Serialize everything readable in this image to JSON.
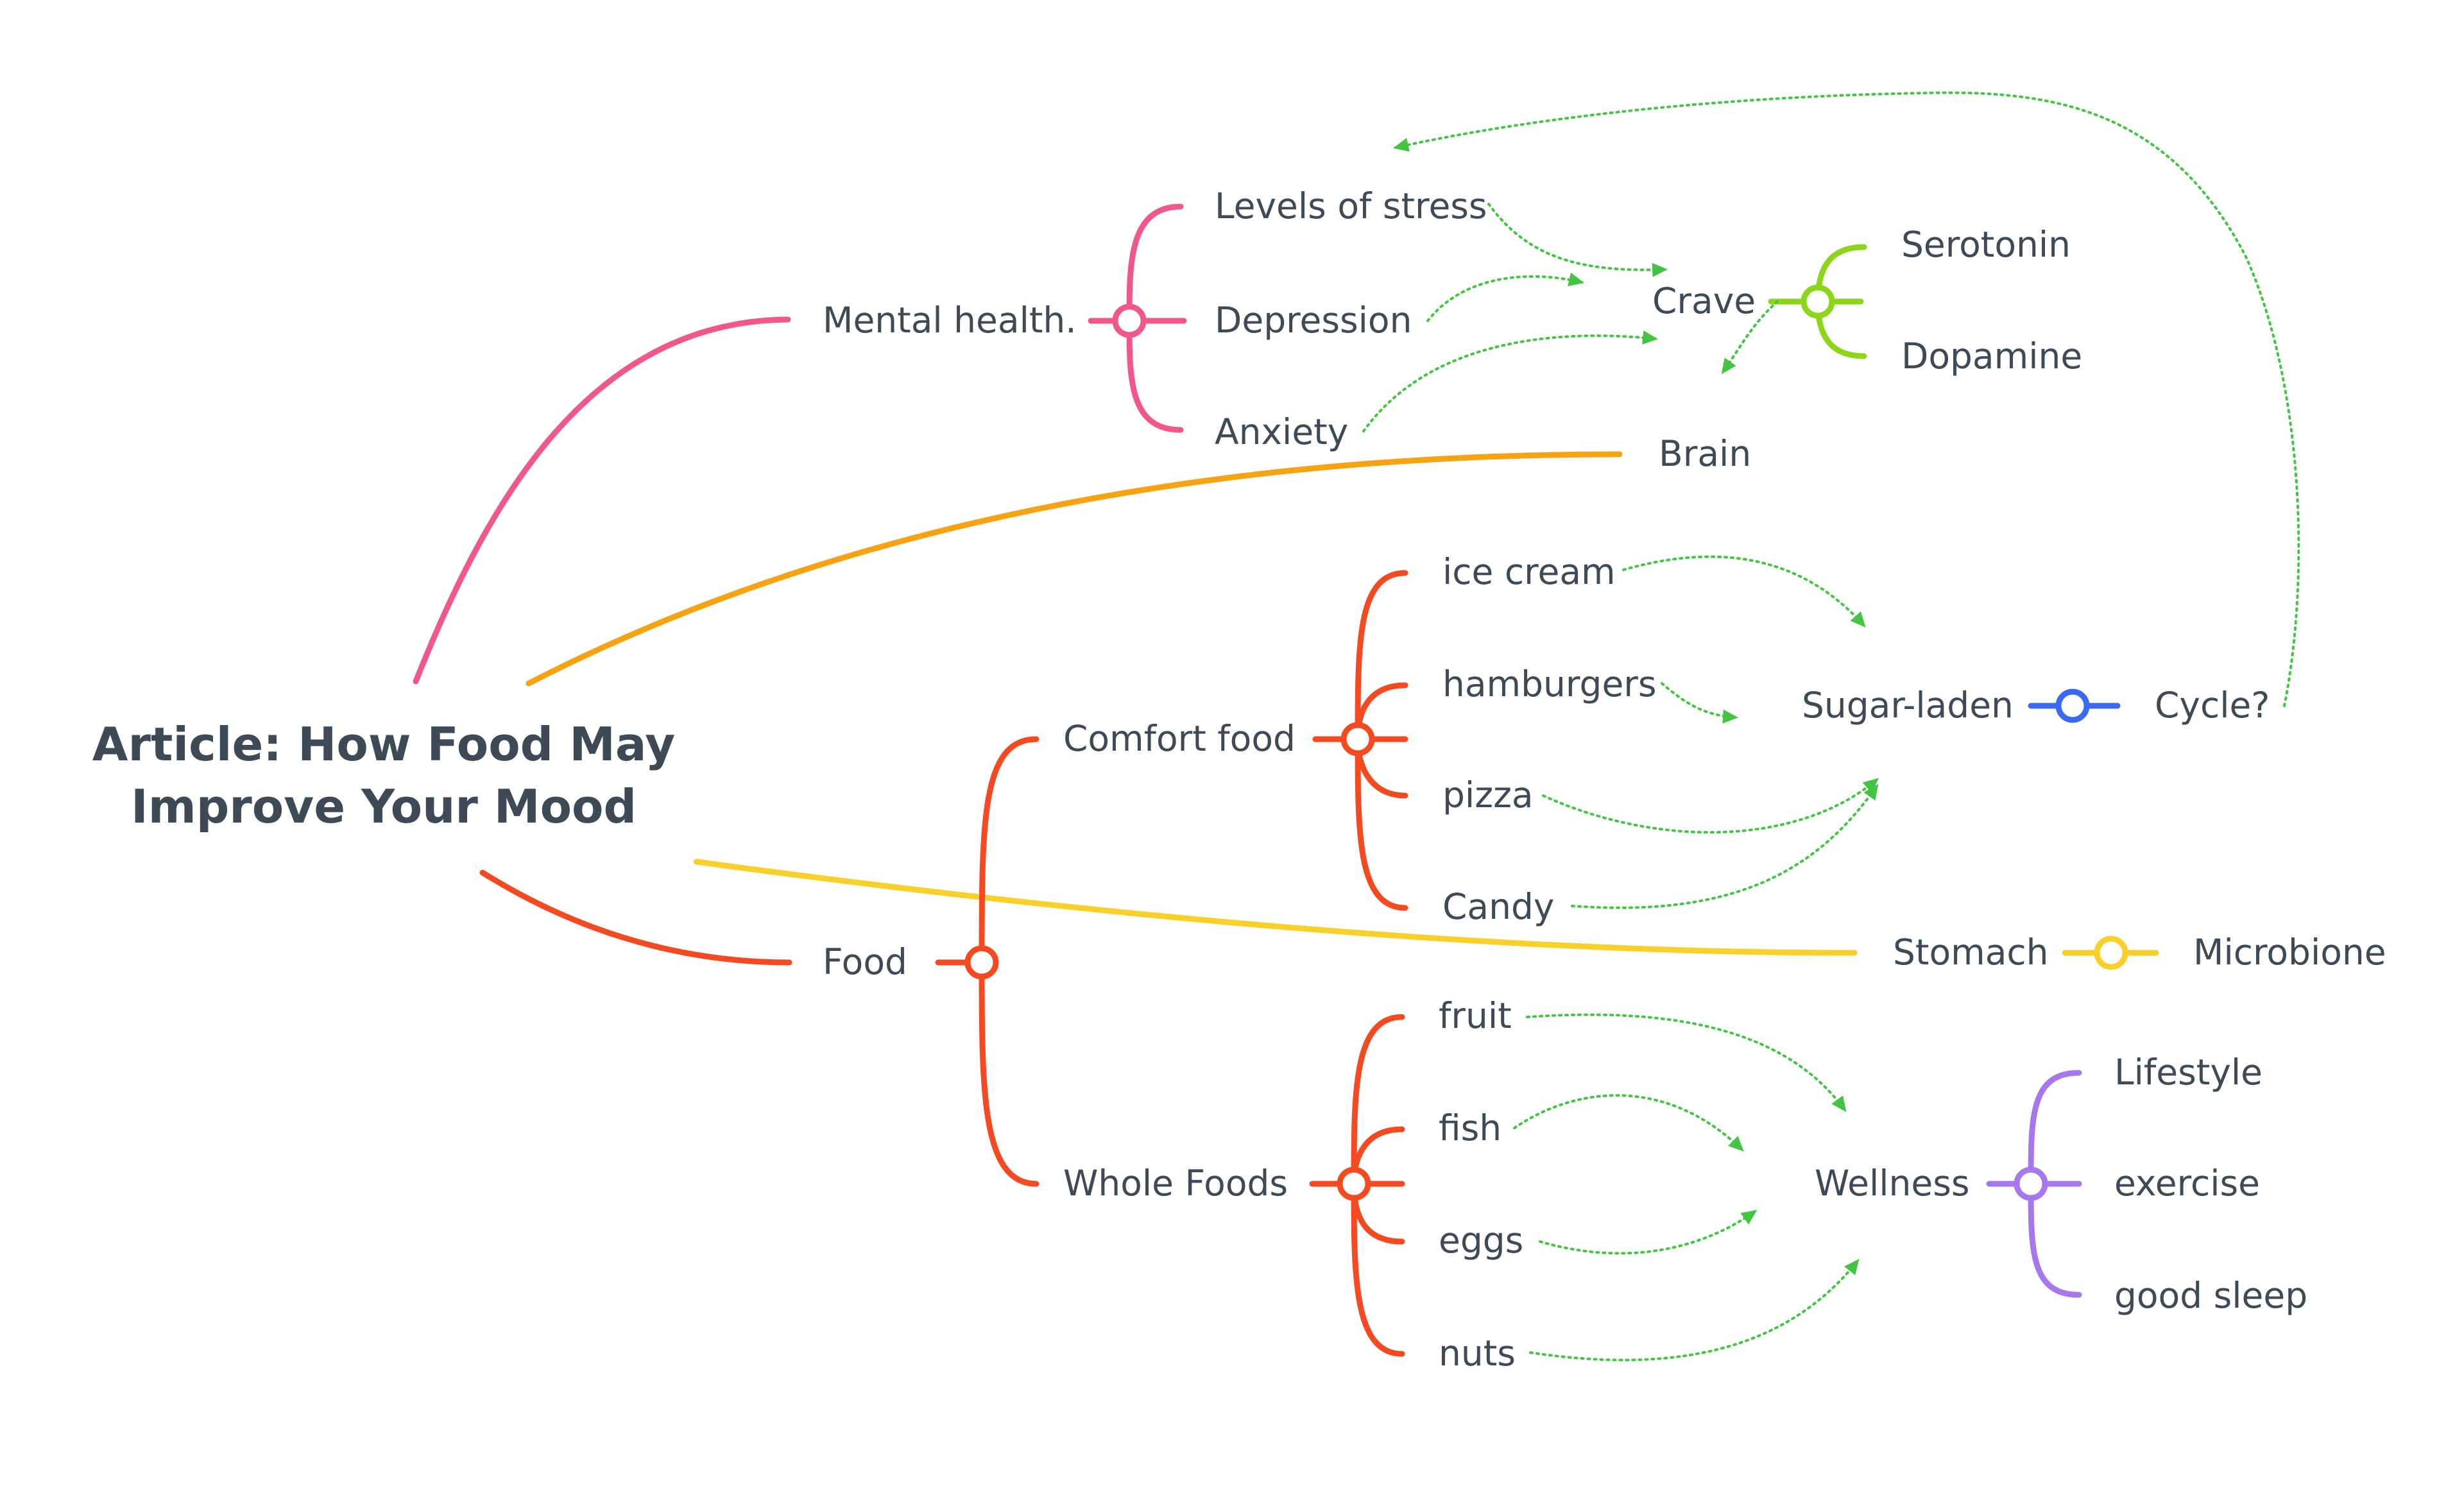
{
  "colors": {
    "mental": "#f0588a",
    "brain": "#f5a312",
    "food": "#f44a22",
    "stomach": "#f7d02c",
    "crave": "#8cd51a",
    "sugar": "#3a6af2",
    "wellness": "#a777ec",
    "relationship": "#43c443",
    "text": "#3e4a55"
  },
  "root": {
    "line1": "Article: How Food May",
    "line2": "Improve Your Mood"
  },
  "mental_health": {
    "label": "Mental health.",
    "children": [
      "Levels of stress",
      "Depression",
      "Anxiety"
    ]
  },
  "brain": {
    "label": "Brain"
  },
  "food": {
    "label": "Food",
    "comfort": {
      "label": "Comfort food",
      "children": [
        "ice cream",
        "hamburgers",
        "pizza",
        "Candy"
      ]
    },
    "whole": {
      "label": "Whole Foods",
      "children": [
        "fruit",
        "fish",
        "eggs",
        "nuts"
      ]
    }
  },
  "stomach": {
    "label": "Stomach",
    "child": "Microbione"
  },
  "crave": {
    "label": "Crave",
    "children": [
      "Serotonin",
      "Dopamine"
    ]
  },
  "sugar": {
    "label": "Sugar-laden",
    "child": "Cycle?"
  },
  "wellness": {
    "label": "Wellness",
    "children": [
      "Lifestyle",
      "exercise",
      "good sleep"
    ]
  }
}
